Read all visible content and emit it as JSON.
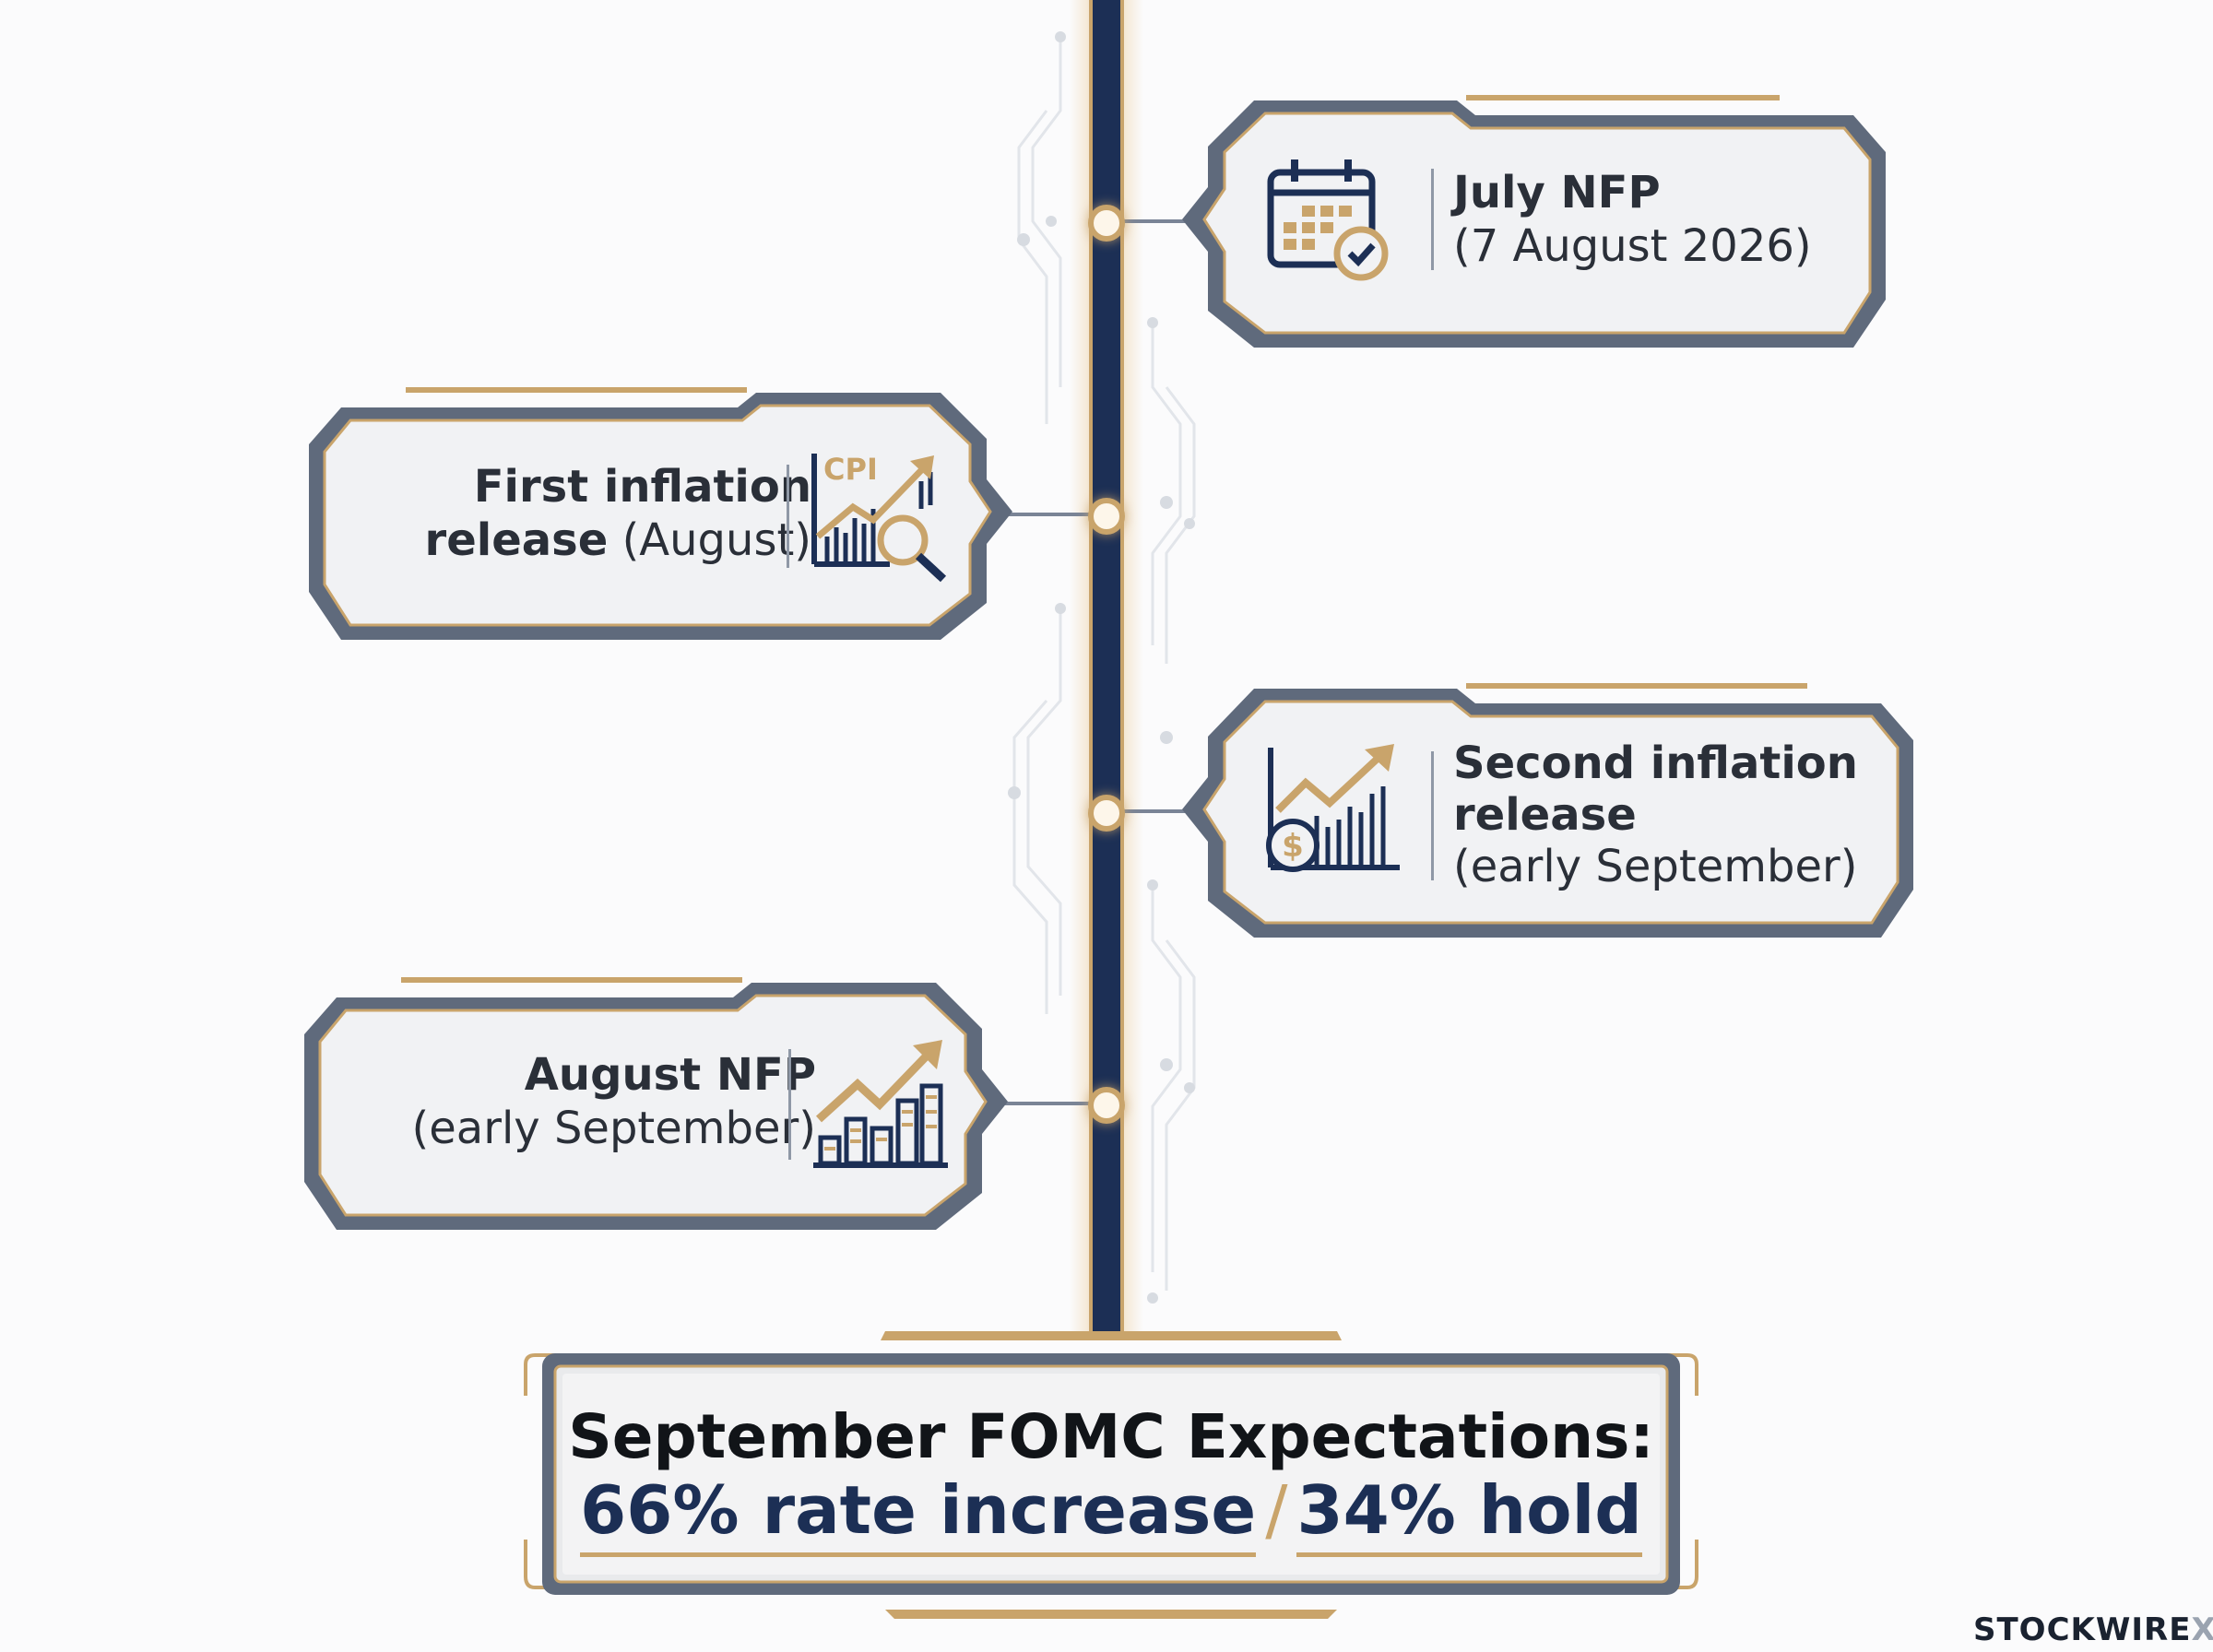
{
  "timeline": {
    "events": [
      {
        "title": "July NFP",
        "detail": "(7 August 2026)",
        "icon": "calendar-check-icon"
      },
      {
        "title": "First inflation",
        "title2": "release",
        "detail": "(August)",
        "icon": "cpi-chart-magnifier-icon",
        "icon_label": "CPI"
      },
      {
        "title": "Second inflation",
        "title2": "release",
        "detail": "(early September)",
        "icon": "dollar-growth-chart-icon"
      },
      {
        "title": "August NFP",
        "detail": "(early September)",
        "icon": "bar-growth-chart-icon"
      }
    ]
  },
  "summary": {
    "title": "September FOMC Expectations:",
    "increase": "66% rate increase",
    "separator": "/",
    "hold": "34% hold"
  },
  "brand": {
    "name": "STOCKWIRE",
    "mark": "X"
  },
  "colors": {
    "navy": "#1c2f55",
    "gold": "#c9a46b",
    "frame": "#5f6a7c",
    "text": "#2a2f38"
  }
}
